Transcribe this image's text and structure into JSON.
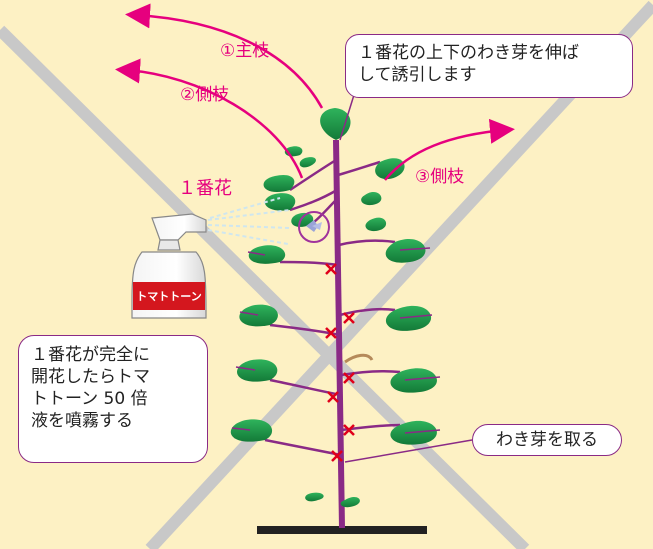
{
  "labels": {
    "main_branch": "①主枝",
    "side_branch_2": "②側枝",
    "side_branch_3": "③側枝",
    "first_flower": "１番花"
  },
  "callouts": {
    "top": [
      "１番花の上下のわき芽を伸ば",
      "して誘引します"
    ],
    "left": [
      "１番花が完全に",
      "開花したらトマ",
      "トトーン 50 倍",
      "液を噴霧する"
    ],
    "right": "わき芽を取る"
  },
  "spray_bottle": {
    "label": "トマトトーン"
  },
  "colors": {
    "background": "#fdf1c4",
    "stem": "#8a2a86",
    "arrow": "#e6007e",
    "leaf": "#1e9a4a",
    "cross": "#e0001a",
    "x_band": "#c8c8c8"
  }
}
